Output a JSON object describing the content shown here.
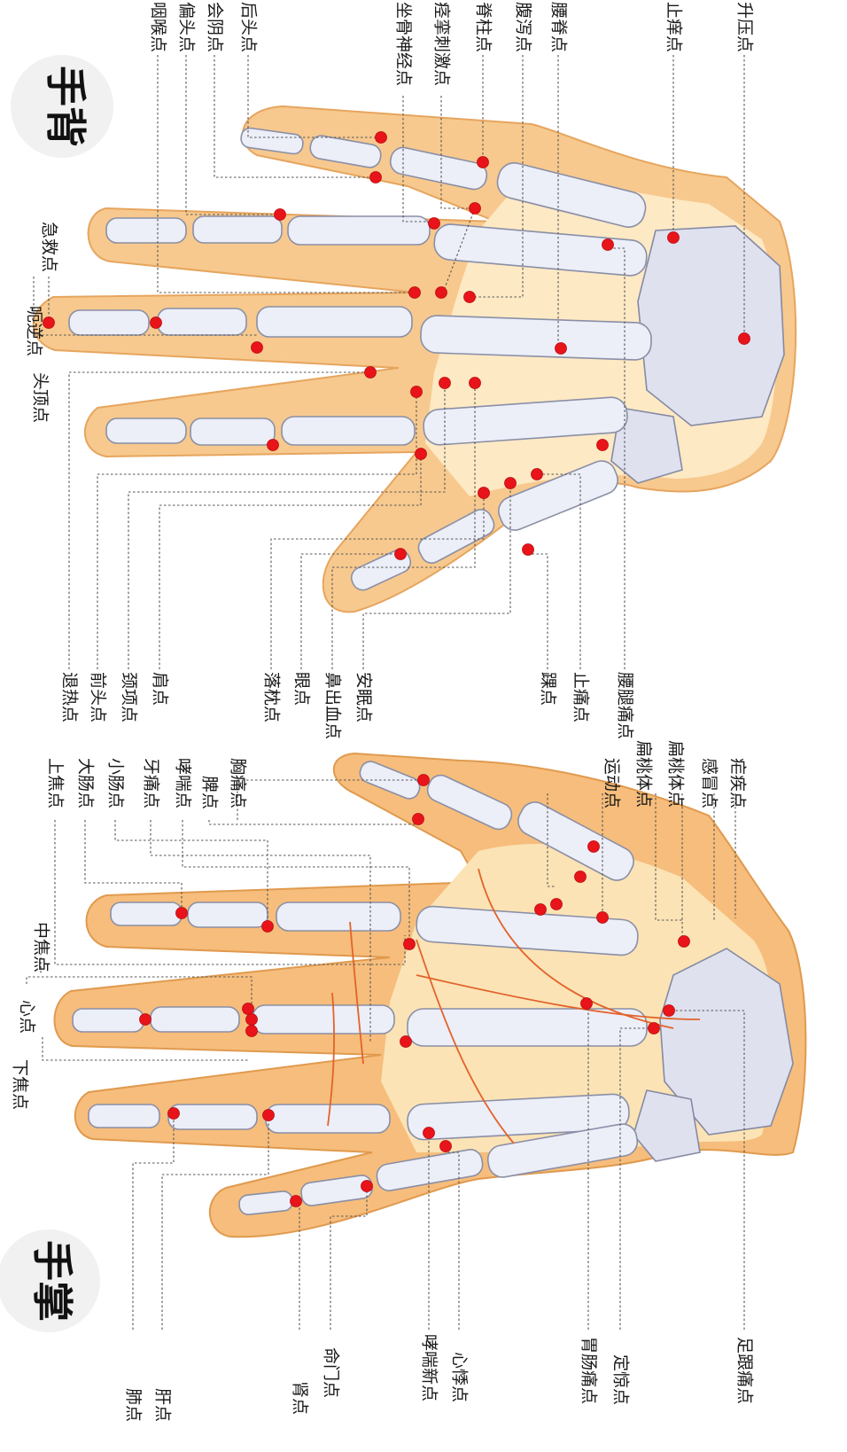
{
  "titles": {
    "back": "手背",
    "palm": "手掌"
  },
  "colors": {
    "point": "#e8141a",
    "skin": "#f6bd7c",
    "bone": "#eceef8",
    "crease": "#e2632a"
  },
  "back_labels": {
    "yanhou": "咽喉点",
    "piantou": "偏头点",
    "huiyin": "会阴点",
    "houtou": "后头点",
    "zuogu": "坐骨神经点",
    "jingluan": "痉挛刺激点",
    "jizhu": "脊柱点",
    "fuxie": "腹泻点",
    "yaoji": "腰脊点",
    "zhiyang": "止痒点",
    "shengya": "升压点",
    "jijiu": "急救点",
    "enie": "呃逆点",
    "touding": "头顶点",
    "tuire": "退热点",
    "qiantou": "前头点",
    "jingxiang": "颈项点",
    "jian": "肩点",
    "laozhen": "落枕点",
    "yan": "眼点",
    "bichuxue": "鼻出血点",
    "anmian": "安眠点",
    "huai": "踝点",
    "zhitong": "止痛点",
    "yaotui": "腰腿痛点"
  },
  "palm_labels": {
    "shangjiao": "上焦点",
    "dachang": "大肠点",
    "xiaochang": "小肠点",
    "yatong": "牙痛点",
    "xiaochuan": "哮喘点",
    "pi": "脾点",
    "xiongtong": "胸痛点",
    "zhongjiao": "中焦点",
    "xin": "心点",
    "xiajiao": "下焦点",
    "yundong": "运动点",
    "biantaoti1": "扁桃体点",
    "biantaoti2": "扁桃体点",
    "ganmao": "感冒点",
    "nueji": "疟疾点",
    "fei": "肺点",
    "gan": "肝点",
    "shen": "肾点",
    "mingmen": "命门点",
    "xiaochuanxin": "哮喘新点",
    "xinji": "心悸点",
    "weichang": "胃肠痛点",
    "dingjing": "定惊点",
    "zugentong": "足跟痛点"
  }
}
